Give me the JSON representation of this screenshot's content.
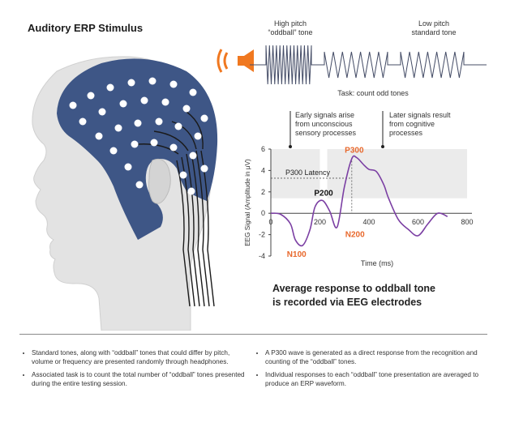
{
  "title": "Auditory ERP Stimulus",
  "stimulus": {
    "oddball_label_line1": "High pitch",
    "oddball_label_line2": "“oddball” tone",
    "standard_label_line1": "Low pitch",
    "standard_label_line2": "standard tone",
    "task": "Task: count odd tones"
  },
  "annotations": {
    "early_line1": "Early signals arise",
    "early_line2": "from unconscious",
    "early_line3": "sensory processes",
    "later_line1": "Later signals result",
    "later_line2": "from cognitive",
    "later_line3": "processes"
  },
  "chart_data": {
    "type": "line",
    "xlabel": "Time (ms)",
    "ylabel": "EEG Signal (Amplitude in μV)",
    "xlim": [
      0,
      800
    ],
    "ylim": [
      -4,
      6
    ],
    "xticks": [
      0,
      200,
      400,
      600,
      800
    ],
    "yticks": [
      6,
      4,
      2,
      0,
      -2,
      -4
    ],
    "series": [
      {
        "x": [
          0,
          40,
          80,
          100,
          130,
          160,
          180,
          210,
          240,
          270,
          300,
          330,
          350,
          380,
          400,
          430,
          460,
          480,
          520,
          560,
          600,
          640,
          680,
          720
        ],
        "y": [
          0,
          -0.1,
          -1,
          -2.5,
          -3,
          -1.5,
          0.6,
          1.2,
          0.2,
          -1.3,
          2.5,
          5.1,
          5.2,
          4.5,
          4.1,
          3.9,
          2.7,
          1.4,
          -0.6,
          -1.5,
          -2.1,
          -1.0,
          0,
          -0.3
        ]
      }
    ],
    "peak_labels": [
      {
        "text": "N100",
        "x": 105,
        "y": -3
      },
      {
        "text": "P200",
        "x": 215,
        "y": 1.2
      },
      {
        "text": "N200",
        "x": 270,
        "y": -1.3
      },
      {
        "text": "P300",
        "x": 340,
        "y": 5.2
      }
    ],
    "latency_label": "P300 Latency",
    "latency_ms": 330,
    "shaded_windows": [
      [
        0,
        200
      ],
      [
        230,
        800
      ]
    ],
    "line_color": "#7b3fa3",
    "highlight_color": "#e8682c"
  },
  "caption_line1": "Average response to oddball tone",
  "caption_line2": "is recorded via EEG electrodes",
  "bullets_left": [
    "Standard tones, along with “oddball” tones that could differ by pitch, volume or frequency are presented randomly through headphones.",
    "Associated task is to count the total number of “oddball” tones presented during the entire testing session."
  ],
  "bullets_right": [
    "A P300 wave is generated as a direct response from the recognition and counting of the “oddball” tones.",
    "Individual responses to each “oddball” tone presentation are averaged to produce an ERP waveform."
  ],
  "colors": {
    "cap": "#3e5686",
    "speaker": "#f07820",
    "head": "#e3e3e3",
    "wave": "#444c66"
  }
}
